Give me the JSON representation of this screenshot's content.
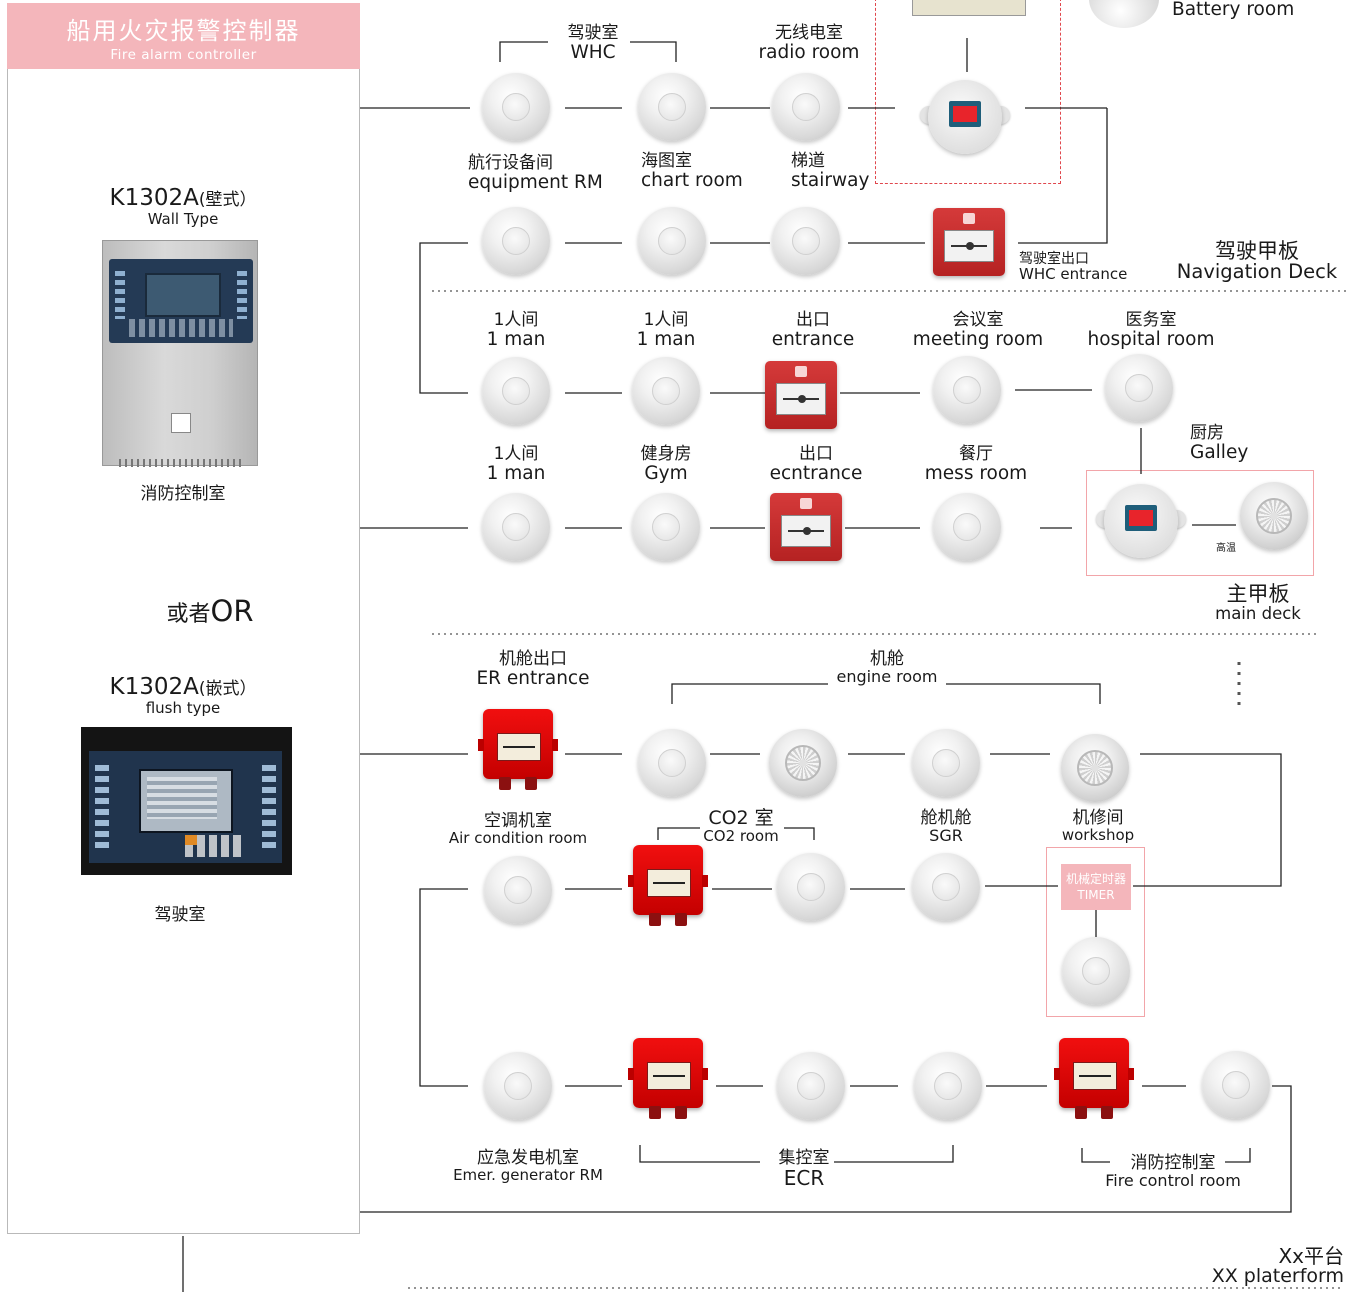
{
  "header": {
    "title_cn": "船用火灾报警控制器",
    "title_en": "Fire alarm controller"
  },
  "controllers": {
    "wall": {
      "model": "K1302A",
      "model_suffix": "(壁式）",
      "type": "Wall Type",
      "location": "消防控制室"
    },
    "or_label": {
      "cn": "或者",
      "en": "OR"
    },
    "flush": {
      "model": "K1302A",
      "model_suffix": "(嵌式）",
      "type": "flush type",
      "location": "驾驶室"
    }
  },
  "decks": {
    "navigation": {
      "cn": "驾驶甲板",
      "en": "Navigation Deck"
    },
    "main": {
      "cn": "主甲板",
      "en": "main deck"
    },
    "platform": {
      "cn": "Xx平台",
      "en": "XX platerform"
    }
  },
  "zones": {
    "battery": {
      "en": "Battery room"
    },
    "whc": {
      "cn": "驾驶室",
      "en": "WHC"
    },
    "radio": {
      "cn": "无线电室",
      "en": "radio room"
    },
    "equip": {
      "cn": "航行设备间",
      "en": "equipment RM"
    },
    "chart": {
      "cn": "海图室",
      "en": "chart room"
    },
    "stair": {
      "cn": "梯道",
      "en": "stairway"
    },
    "whc_exit": {
      "cn": "驾驶室出口",
      "en": "WHC entrance"
    },
    "man1": {
      "cn": "1人间",
      "en": "1 man"
    },
    "man2": {
      "cn": "1人间",
      "en": "1 man"
    },
    "exit1": {
      "cn": "出口",
      "en": "entrance"
    },
    "meeting": {
      "cn": "会议室",
      "en": "meeting room"
    },
    "hospital": {
      "cn": "医务室",
      "en": "hospital room"
    },
    "galley": {
      "cn": "厨房",
      "en": "Galley"
    },
    "galley_heat": {
      "cn": "高温"
    },
    "man3": {
      "cn": "1人间",
      "en": "1 man"
    },
    "gym": {
      "cn": "健身房",
      "en": "Gym"
    },
    "exit2": {
      "cn": "出口",
      "en": "ecntrance"
    },
    "mess": {
      "cn": "餐厅",
      "en": "mess room"
    },
    "er_exit": {
      "cn": "机舱出口",
      "en": "ER entrance"
    },
    "engine": {
      "cn": "机舱",
      "en": "engine room"
    },
    "aircon": {
      "cn": "空调机室",
      "en": "Air condition room"
    },
    "co2": {
      "cn": "CO2 室",
      "en": "CO2 room"
    },
    "sgr": {
      "cn": "舱机舱",
      "en": "SGR"
    },
    "workshop": {
      "cn": "机修间",
      "en": "workshop"
    },
    "timer": {
      "cn": "机械定时器",
      "en": "TIMER"
    },
    "emer": {
      "cn": "应急发电机室",
      "en": "Emer. generator RM"
    },
    "ecr": {
      "cn": "集控室",
      "en": "ECR"
    },
    "fire_ctrl": {
      "cn": "消防控制室",
      "en": "Fire control room"
    }
  },
  "colors": {
    "banner": "#f4b6bb",
    "highlight_border": "#f2a5a9",
    "dashed_zone": "#e0474d",
    "wire": "#222222"
  }
}
